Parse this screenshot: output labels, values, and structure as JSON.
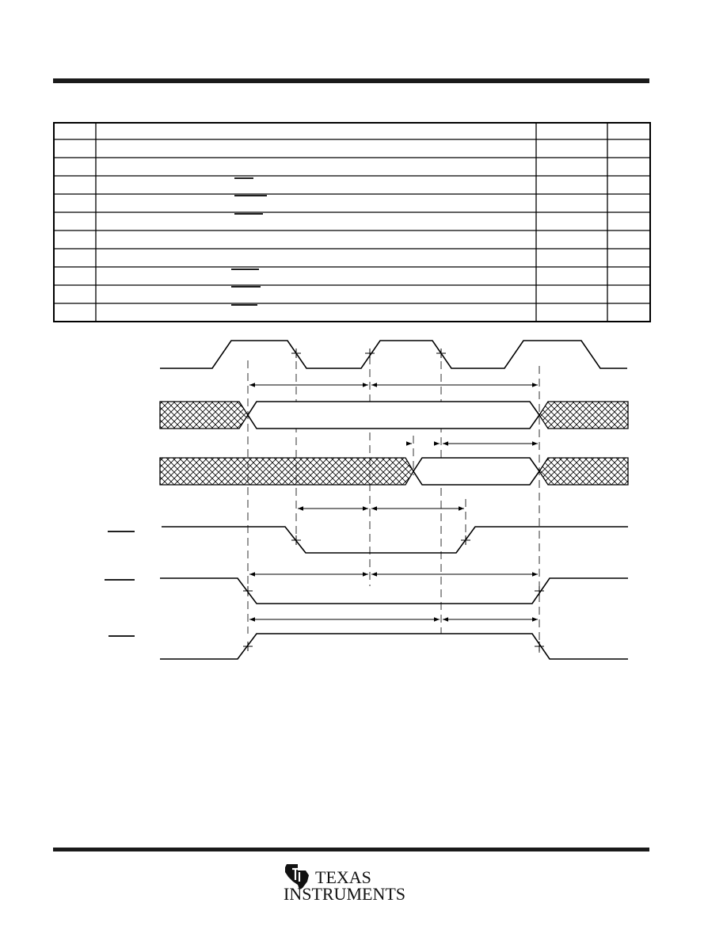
{
  "table": {
    "rows": 11,
    "columns": 4,
    "overbar_rows": [
      3,
      4,
      5,
      8,
      9,
      10
    ]
  },
  "logo": {
    "line1": "TEXAS",
    "line2": "INSTRUMENTS"
  }
}
